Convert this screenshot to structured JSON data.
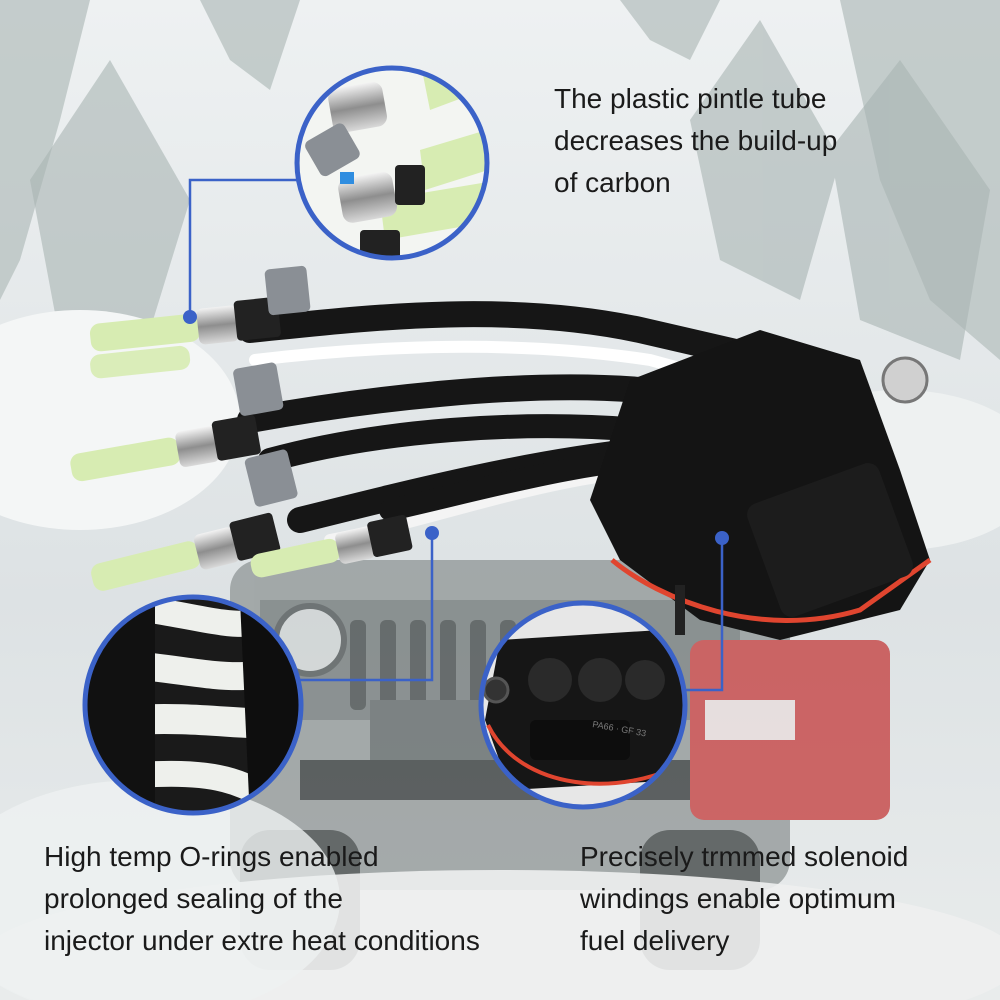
{
  "captions": {
    "pintle_tube": [
      "The plastic pintle tube",
      "decreases the build-up",
      "of carbon"
    ],
    "o_rings": [
      "High temp O-rings enabled",
      "prolonged sealing of the",
      "injector under extre heat conditions"
    ],
    "solenoid": [
      "Precisely trmmed solenoid",
      "windings enable optimum",
      "fuel delivery"
    ]
  },
  "connector_marking": "PA66 · GF 33",
  "colors": {
    "callout_blue": "#3b62c8",
    "background_snow": "#dfe4e6",
    "jeep_red": "#c43a3a",
    "hose_black": "#161616",
    "tube_green": "#d7ecb2",
    "oring_red": "#e0452f"
  },
  "icons": {
    "detail_pintle": "zoom-circle",
    "detail_orings": "zoom-circle",
    "detail_connector": "zoom-circle"
  }
}
